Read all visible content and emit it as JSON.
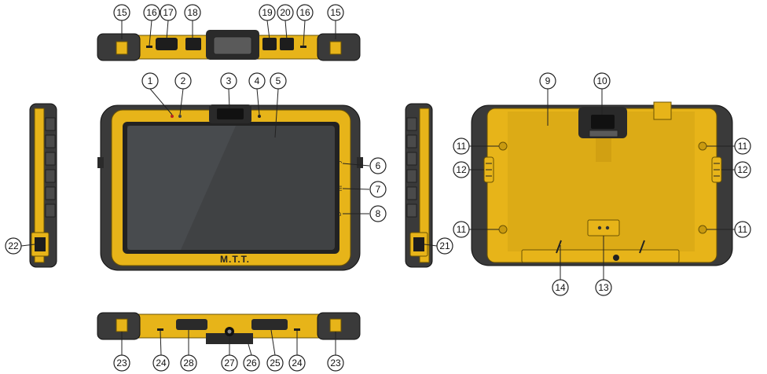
{
  "brand": "M.T.T.",
  "nav_glyphs": [
    "↶",
    "☰",
    "⌂"
  ],
  "callouts": [
    {
      "num": "15"
    },
    {
      "num": "16"
    },
    {
      "num": "17"
    },
    {
      "num": "18"
    },
    {
      "num": "19"
    },
    {
      "num": "20"
    },
    {
      "num": "16"
    },
    {
      "num": "15"
    },
    {
      "num": "1"
    },
    {
      "num": "2"
    },
    {
      "num": "3"
    },
    {
      "num": "4"
    },
    {
      "num": "5"
    },
    {
      "num": "6"
    },
    {
      "num": "7"
    },
    {
      "num": "8"
    },
    {
      "num": "9"
    },
    {
      "num": "10"
    },
    {
      "num": "11"
    },
    {
      "num": "11"
    },
    {
      "num": "12"
    },
    {
      "num": "12"
    },
    {
      "num": "11"
    },
    {
      "num": "11"
    },
    {
      "num": "14"
    },
    {
      "num": "13"
    },
    {
      "num": "22"
    },
    {
      "num": "21"
    },
    {
      "num": "23"
    },
    {
      "num": "24"
    },
    {
      "num": "28"
    },
    {
      "num": "27"
    },
    {
      "num": "26"
    },
    {
      "num": "25"
    },
    {
      "num": "24"
    },
    {
      "num": "23"
    }
  ],
  "colors": {
    "case_yellow": "#e7b419",
    "rubber": "#3a3a3a",
    "screen": "#404244"
  }
}
